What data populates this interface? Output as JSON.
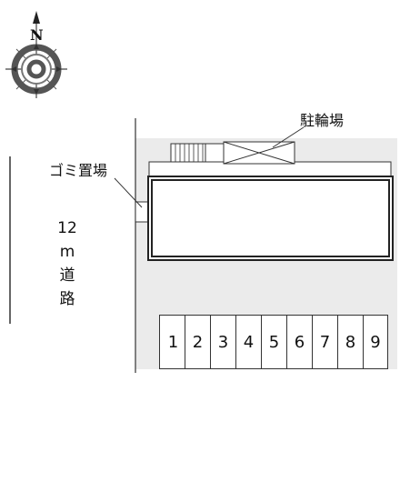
{
  "compass": {
    "north_letter": "N",
    "icon": "compass-rose-icon"
  },
  "labels": {
    "bicycle_parking": "駐輪場",
    "garbage": "ゴミ置場"
  },
  "road": {
    "width_number": "12",
    "width_unit": "m",
    "name_chars": [
      "道",
      "路"
    ]
  },
  "parking": {
    "spaces": [
      "1",
      "2",
      "3",
      "4",
      "5",
      "6",
      "7",
      "8",
      "9"
    ]
  },
  "colors": {
    "lot_fill": "#ebebeb",
    "line": "#222222",
    "building_fill": "#ffffff"
  }
}
